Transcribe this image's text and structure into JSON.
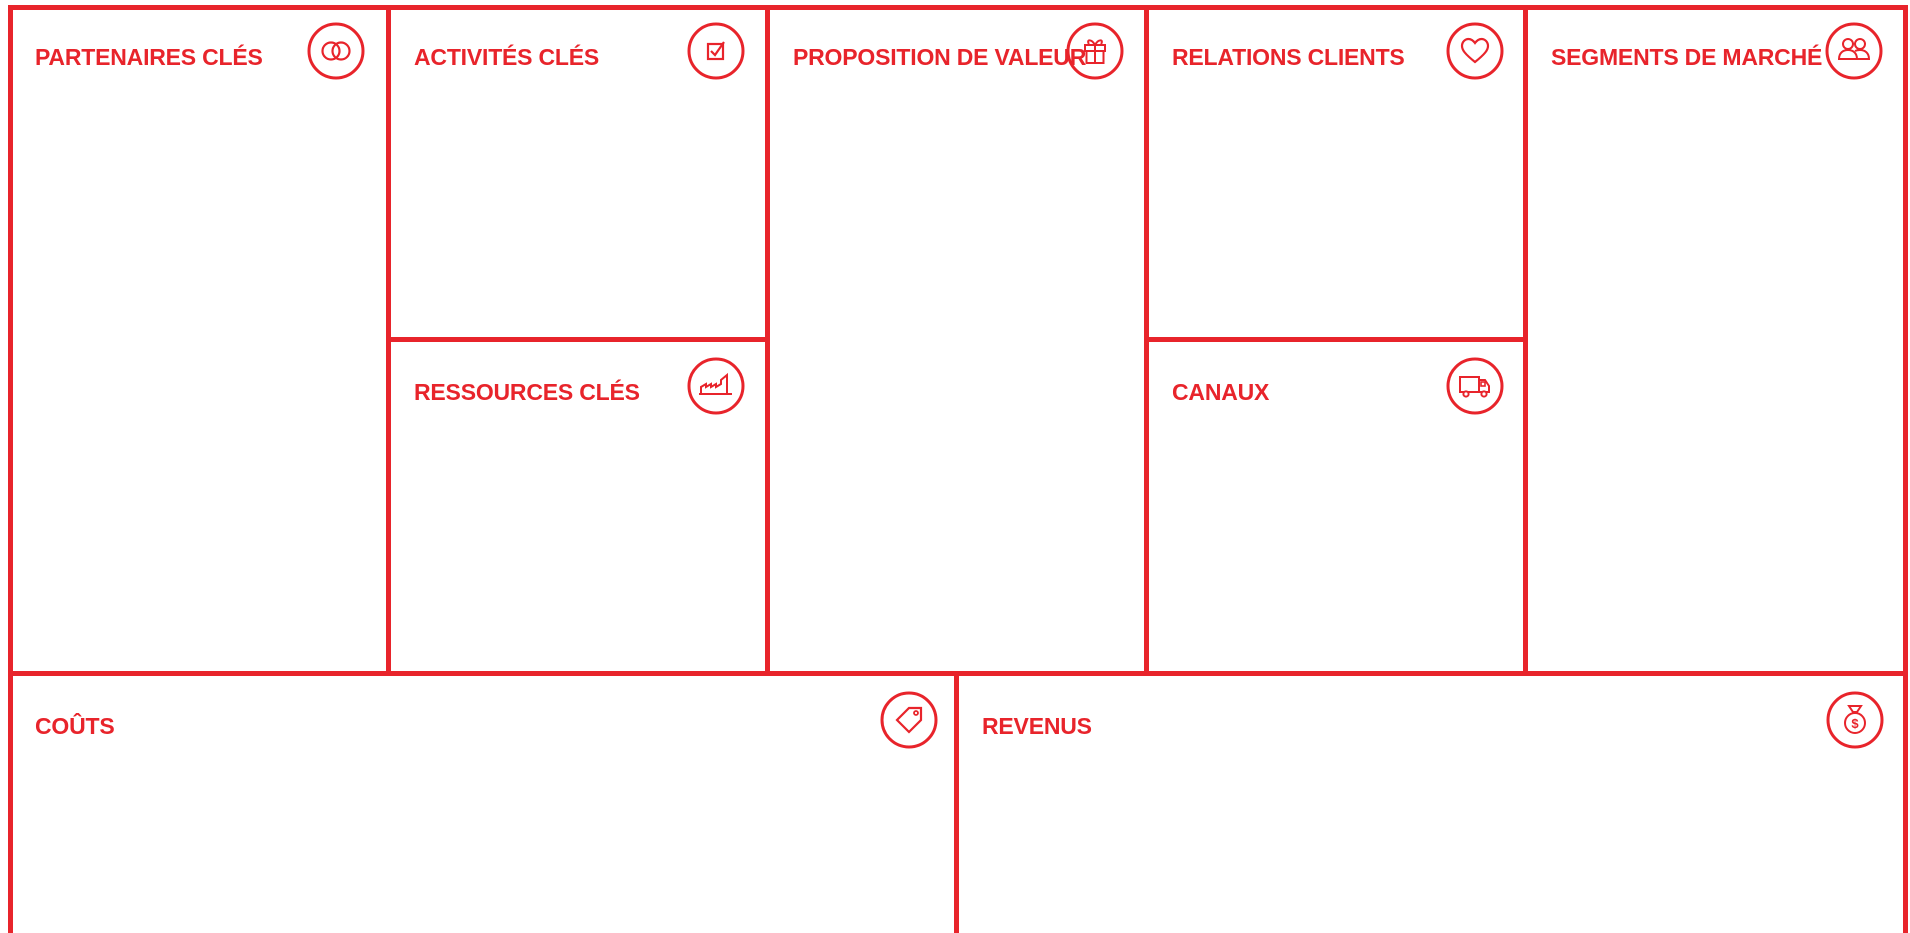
{
  "theme": {
    "accent": "#e8242b",
    "background": "#ffffff"
  },
  "blocks": {
    "partenaires": {
      "label": "PARTENAIRES CLÉS",
      "icon": "rings-icon"
    },
    "activites": {
      "label": "ACTIVITÉS CLÉS",
      "icon": "checkbox-icon"
    },
    "ressources": {
      "label": "RESSOURCES CLÉS",
      "icon": "factory-icon"
    },
    "proposition": {
      "label": "PROPOSITION DE VALEUR",
      "icon": "gift-icon"
    },
    "relations": {
      "label": "RELATIONS CLIENTS",
      "icon": "heart-icon"
    },
    "canaux": {
      "label": "CANAUX",
      "icon": "truck-icon"
    },
    "segments": {
      "label": "SEGMENTS DE MARCHÉ",
      "icon": "people-icon"
    },
    "couts": {
      "label": "COÛTS",
      "icon": "price-tag-icon"
    },
    "revenus": {
      "label": "REVENUS",
      "icon": "money-bag-icon"
    }
  }
}
